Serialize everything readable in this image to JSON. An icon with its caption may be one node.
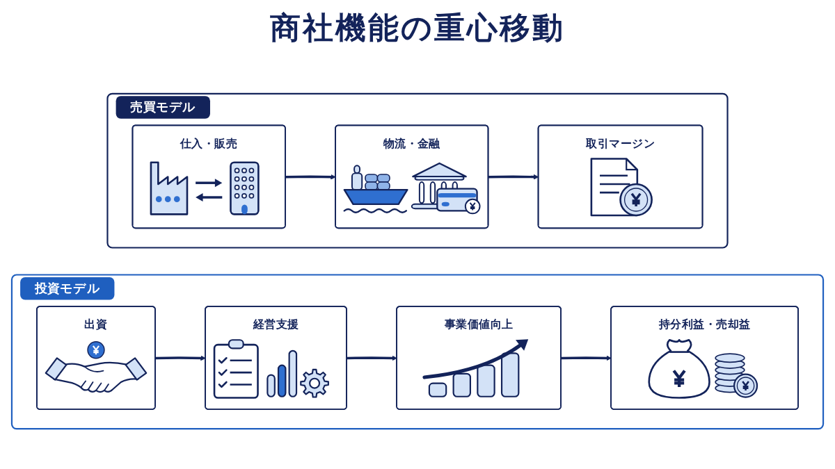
{
  "diagram": {
    "title": "商社機能の重心移動",
    "nodes": [
      {
        "text": [
          "売買モデル"
        ]
      },
      {
        "text": [
          "仕入・販売"
        ],
        "in": 0
      },
      {
        "text": [
          "物流・金融"
        ],
        "in": 0
      },
      {
        "text": [
          "取引マージン"
        ],
        "in": 0
      },
      {
        "text": [
          "投資モデル"
        ]
      },
      {
        "text": [
          "出資"
        ],
        "in": 4
      },
      {
        "text": [
          "経営支援"
        ],
        "in": 4
      },
      {
        "text": [
          "事業価値向上"
        ],
        "in": 4
      },
      {
        "text": [
          "持分利益・売却益"
        ],
        "in": 4
      }
    ],
    "edges": [
      {
        "from": 1,
        "to": 2,
        "arrow": "to"
      },
      {
        "from": 2,
        "to": 3,
        "arrow": "to"
      },
      {
        "from": 5,
        "to": 6,
        "arrow": "to"
      },
      {
        "from": 6,
        "to": 7,
        "arrow": "to"
      },
      {
        "from": 7,
        "to": 8,
        "arrow": "to"
      }
    ]
  }
}
